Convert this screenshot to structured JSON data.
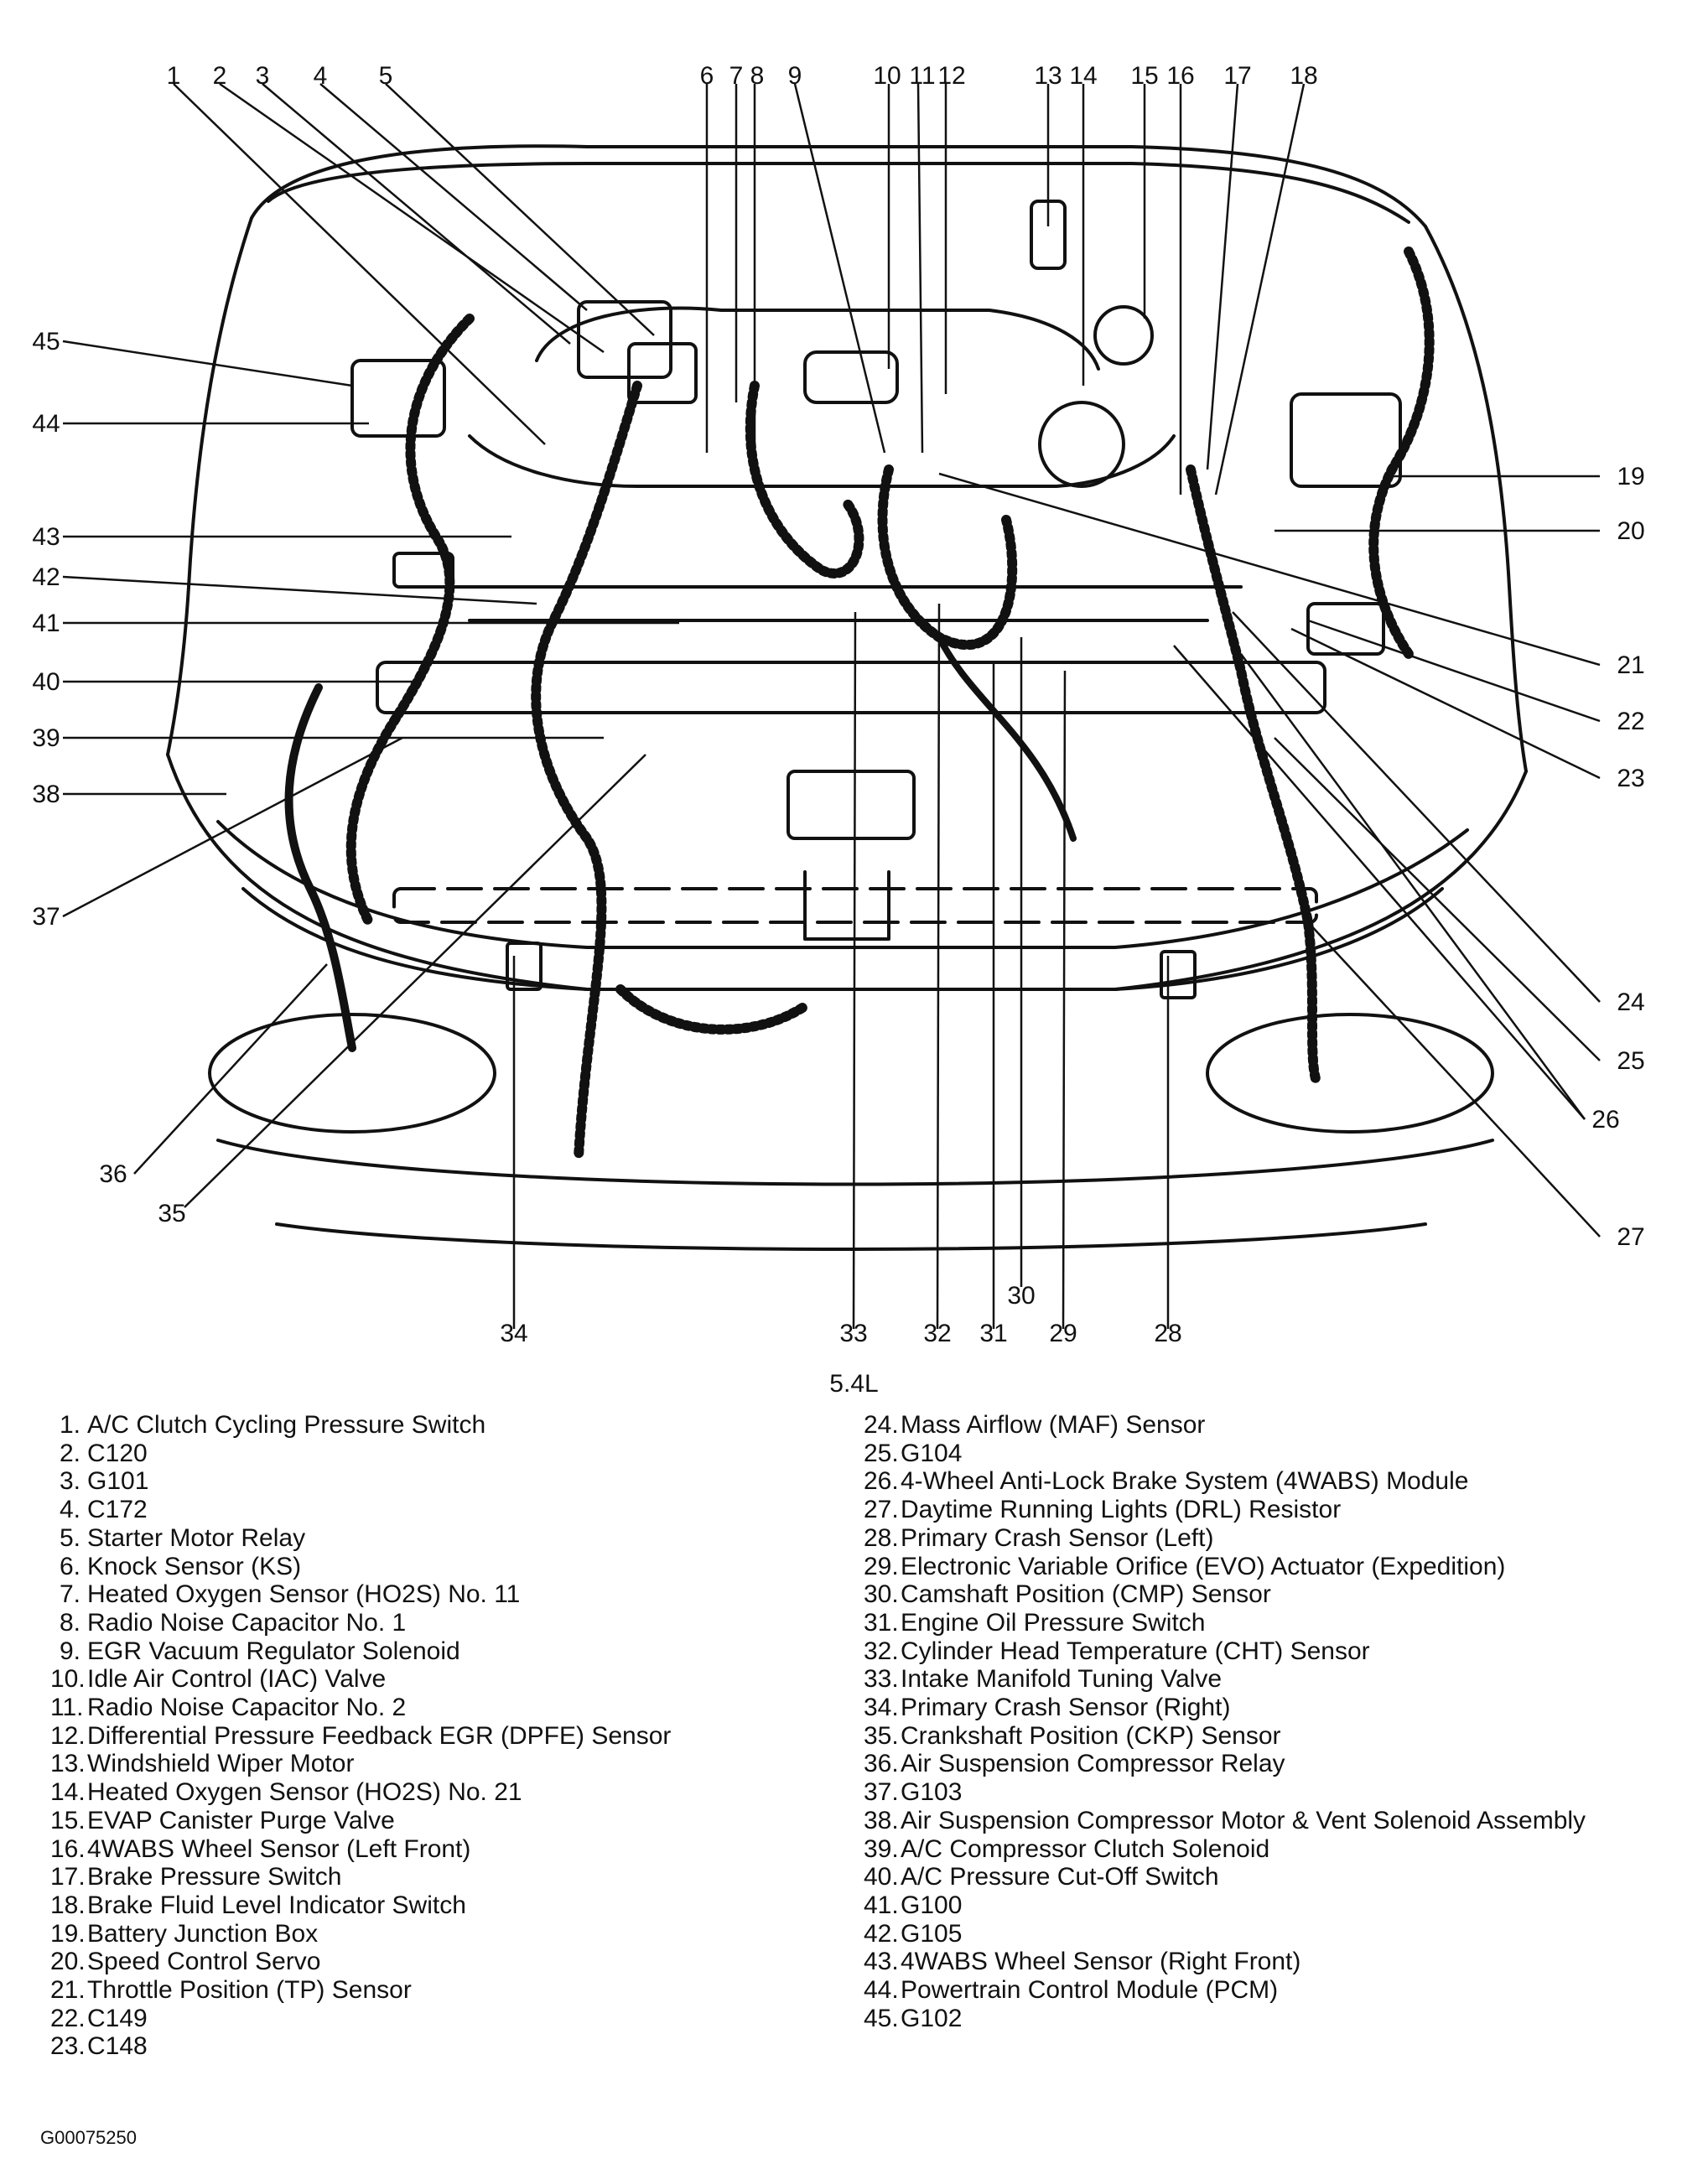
{
  "figure": {
    "caption": "5.4L",
    "figure_id": "G00075250",
    "callout_numbers": [
      "1",
      "2",
      "3",
      "4",
      "5",
      "6",
      "7",
      "8",
      "9",
      "10",
      "11",
      "12",
      "13",
      "14",
      "15",
      "16",
      "17",
      "18",
      "19",
      "20",
      "21",
      "22",
      "23",
      "24",
      "25",
      "26",
      "27",
      "28",
      "29",
      "30",
      "31",
      "32",
      "33",
      "34",
      "35",
      "36",
      "37",
      "38",
      "39",
      "40",
      "41",
      "42",
      "43",
      "44",
      "45"
    ]
  },
  "legend_left": [
    {
      "num": "1.",
      "label": "A/C Clutch Cycling Pressure Switch"
    },
    {
      "num": "2.",
      "label": "C120"
    },
    {
      "num": "3.",
      "label": "G101"
    },
    {
      "num": "4.",
      "label": "C172"
    },
    {
      "num": "5.",
      "label": "Starter Motor Relay"
    },
    {
      "num": "6.",
      "label": "Knock Sensor (KS)"
    },
    {
      "num": "7.",
      "label": "Heated Oxygen Sensor (HO2S) No. 11"
    },
    {
      "num": "8.",
      "label": "Radio Noise Capacitor No. 1"
    },
    {
      "num": "9.",
      "label": "EGR Vacuum Regulator Solenoid"
    },
    {
      "num": "10.",
      "label": "Idle Air Control (IAC) Valve"
    },
    {
      "num": "11.",
      "label": "Radio Noise Capacitor No. 2"
    },
    {
      "num": "12.",
      "label": "Differential Pressure Feedback EGR (DPFE) Sensor"
    },
    {
      "num": "13.",
      "label": "Windshield Wiper Motor"
    },
    {
      "num": "14.",
      "label": "Heated Oxygen Sensor (HO2S) No. 21"
    },
    {
      "num": "15.",
      "label": "EVAP Canister Purge Valve"
    },
    {
      "num": "16.",
      "label": "4WABS Wheel Sensor (Left Front)"
    },
    {
      "num": "17.",
      "label": "Brake Pressure Switch"
    },
    {
      "num": "18.",
      "label": "Brake Fluid Level Indicator Switch"
    },
    {
      "num": "19.",
      "label": "Battery Junction Box"
    },
    {
      "num": "20.",
      "label": "Speed Control Servo"
    },
    {
      "num": "21.",
      "label": "Throttle Position (TP) Sensor"
    },
    {
      "num": "22.",
      "label": "C149"
    },
    {
      "num": "23.",
      "label": "C148"
    }
  ],
  "legend_right": [
    {
      "num": "24.",
      "label": "Mass Airflow (MAF) Sensor"
    },
    {
      "num": "25.",
      "label": "G104"
    },
    {
      "num": "26.",
      "label": "4-Wheel Anti-Lock Brake System (4WABS) Module"
    },
    {
      "num": "27.",
      "label": "Daytime Running Lights (DRL) Resistor"
    },
    {
      "num": "28.",
      "label": "Primary Crash Sensor (Left)"
    },
    {
      "num": "29.",
      "label": "Electronic Variable Orifice (EVO) Actuator (Expedition)"
    },
    {
      "num": "30.",
      "label": "Camshaft Position (CMP) Sensor"
    },
    {
      "num": "31.",
      "label": "Engine Oil Pressure Switch"
    },
    {
      "num": "32.",
      "label": "Cylinder Head Temperature (CHT) Sensor"
    },
    {
      "num": "33.",
      "label": "Intake Manifold Tuning Valve"
    },
    {
      "num": "34.",
      "label": "Primary Crash Sensor (Right)"
    },
    {
      "num": "35.",
      "label": "Crankshaft Position (CKP) Sensor"
    },
    {
      "num": "36.",
      "label": "Air Suspension Compressor Relay"
    },
    {
      "num": "37.",
      "label": "G103"
    },
    {
      "num": "38.",
      "label": "Air Suspension Compressor Motor & Vent Solenoid Assembly"
    },
    {
      "num": "39.",
      "label": "A/C Compressor Clutch Solenoid"
    },
    {
      "num": "40.",
      "label": "A/C Pressure Cut-Off Switch"
    },
    {
      "num": "41.",
      "label": "G100"
    },
    {
      "num": "42.",
      "label": "G105"
    },
    {
      "num": "43.",
      "label": "4WABS Wheel Sensor (Right Front)"
    },
    {
      "num": "44.",
      "label": "Powertrain Control Module (PCM)"
    },
    {
      "num": "45.",
      "label": "G102"
    }
  ]
}
